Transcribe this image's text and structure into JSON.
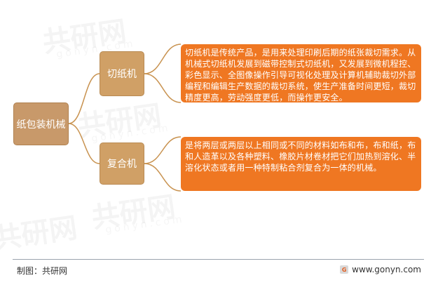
{
  "diagram": {
    "root": "纸包装机械",
    "branches": [
      {
        "label": "切纸机",
        "description": "切纸机是传统产品，是用来处理印刷后期的纸张裁切需求。从机械式切纸机发展到磁带控制式切纸机，又发展到微机程控、彩色显示、全图像操作引导可视化处理及计算机辅助裁切外部编程和编辑生产数据的裁切系统，使生产准备时间更短，裁切精度更高，劳动强度更低，而操作更安全。"
      },
      {
        "label": "复合机",
        "description": "是将两层或两层以上相同或不同的材料如布和布，布和纸，布和人造革以及各种塑料、橡胶片材卷材把它们加热到溶化、半溶化状态或者用一种特制粘合剂复合为一体的机械。"
      }
    ]
  },
  "watermark": {
    "brand": "共研网",
    "domain": "gonyn.com"
  },
  "footer": {
    "source": "制图：共研网",
    "url": "www.gonyn.com",
    "logo_glyph": "G"
  },
  "colors": {
    "node_fill": "#d0a066",
    "root_fill": "#c8996a",
    "desc_fill": "#ef7722",
    "connector": "#c8924f"
  }
}
